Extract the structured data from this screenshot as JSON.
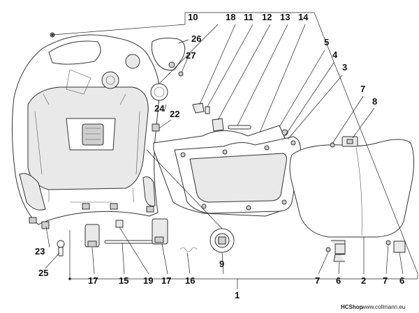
{
  "callouts": {
    "c10": "10",
    "c18": "18",
    "c11": "11",
    "c12": "12",
    "c13": "13",
    "c14": "14",
    "c26": "26",
    "c27": "27",
    "c5": "5",
    "c4": "4",
    "c3": "3",
    "c24": "24",
    "c22": "22",
    "c7a": "7",
    "c8": "8",
    "c23": "23",
    "c25": "25",
    "c9": "9",
    "c17a": "17",
    "c15": "15",
    "c19": "19",
    "c17b": "17",
    "c16": "16",
    "c7b": "7",
    "c6a": "6",
    "c2": "2",
    "c7c": "7",
    "c6b": "6",
    "c1": "1"
  },
  "footer": {
    "brand": "HCShop",
    "site": "www.collmann.eu"
  }
}
